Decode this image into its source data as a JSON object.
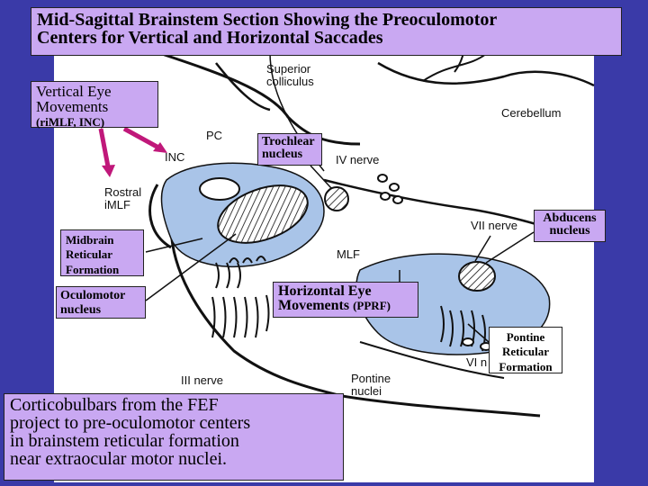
{
  "title": {
    "line1": "Mid-Sagittal Brainstem Section Showing the Preoculomotor",
    "line2": "Centers for Vertical and Horizontal Saccades"
  },
  "callouts": {
    "vertical": {
      "line1": "Vertical Eye",
      "line2": "Movements",
      "sub": "(riMLF, INC)"
    },
    "trochlear": {
      "line1": "Trochlear",
      "line2": "nucleus"
    },
    "abducens": {
      "line1": "Abducens",
      "line2": "nucleus"
    },
    "midbrain": {
      "line1": "Midbrain",
      "line2": "Reticular",
      "line3": "Formation"
    },
    "oculomotor": {
      "line1": "Oculomotor",
      "line2": "nucleus"
    },
    "horizontal": {
      "line1": "Horizontal Eye",
      "line2": "Movements",
      "sub": "(PPRF)"
    },
    "pontine": {
      "line1": "Pontine",
      "line2": "Reticular",
      "line3": "Formation"
    },
    "cortico": {
      "line1": "Corticobulbars from the FEF",
      "line2": "project to pre-oculomotor centers",
      "line3": "in brainstem reticular formation",
      "line4": "near extraocular motor nuclei."
    }
  },
  "labels": {
    "superior_colliculus": {
      "line1": "Superior",
      "line2": "colliculus"
    },
    "cerebellum": "Cerebellum",
    "pc": "PC",
    "inc": "INC",
    "iv_nerve": "IV nerve",
    "rostral_imlf": {
      "line1": "Rostral",
      "line2": "iMLF"
    },
    "vii_nerve": "VII nerve",
    "mlf": "MLF",
    "vi_n": "VI n",
    "iii_nerve": "III nerve",
    "pontine_nuclei": {
      "line1": "Pontine",
      "line2": "nuclei"
    }
  },
  "colors": {
    "background": "#3a3aa8",
    "callout_fill": "#c9a8f2",
    "arrow": "#c0187a",
    "nucleus_fill": "#a9c4e8"
  }
}
